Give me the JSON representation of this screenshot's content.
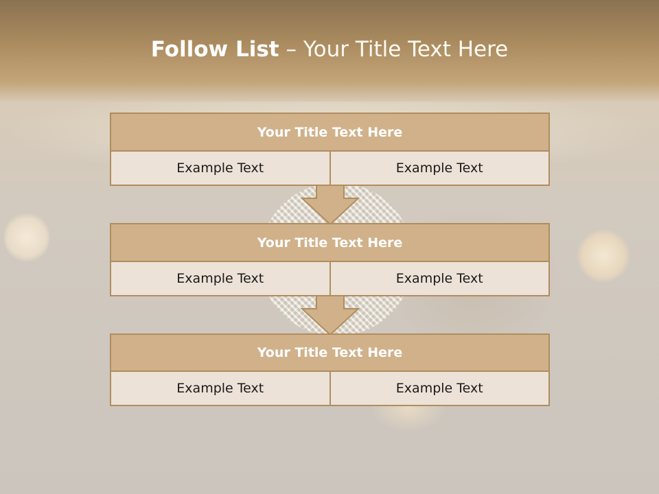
{
  "slide": {
    "title_bold": "Follow List",
    "title_rest": " – Your Title Text Here"
  },
  "blocks": [
    {
      "title": "Your Title Text Here",
      "left": "Example Text",
      "right": "Example Text"
    },
    {
      "title": "Your Title Text Here",
      "left": "Example Text",
      "right": "Example Text"
    },
    {
      "title": "Your Title Text Here",
      "left": "Example Text",
      "right": "Example Text"
    }
  ],
  "colors": {
    "header_fill": "#d0b18a",
    "border": "#b08d5f",
    "cell_fill": "#ece2d7",
    "arrow_fill": "#d0b18a"
  }
}
